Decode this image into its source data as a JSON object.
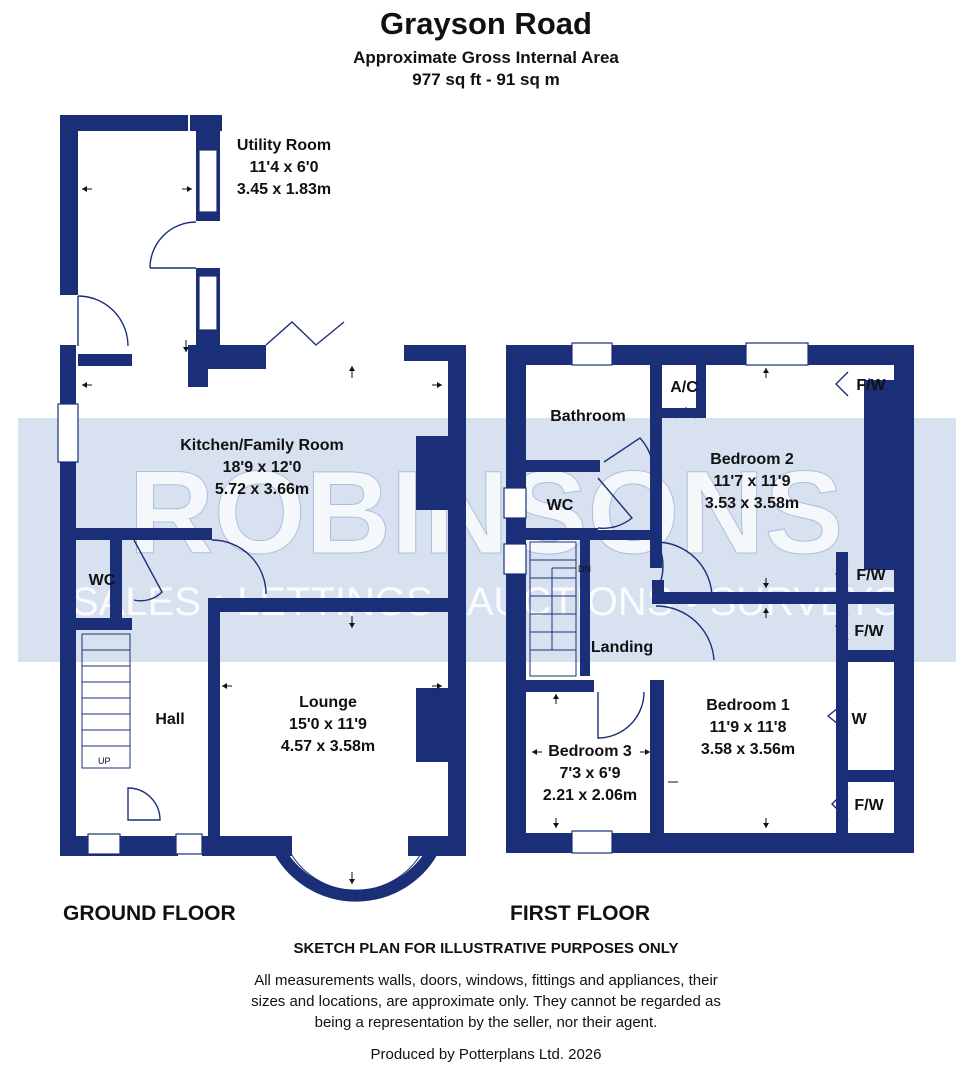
{
  "header": {
    "title": "Grayson Road",
    "area_label": "Approximate Gross Internal Area",
    "area_value": "977 sq ft - 91 sq m"
  },
  "watermark": {
    "brand": "ROBINSONS",
    "services": "SALES • LETTINGS • AUCTIONS • SURVEYS"
  },
  "colors": {
    "wall": "#1b2f78",
    "window": "#ffffff",
    "watermark": "#c9d5ea"
  },
  "ground_floor": {
    "label": "GROUND FLOOR",
    "rooms": {
      "utility": {
        "name": "Utility Room",
        "imperial": "11'4 x 6'0",
        "metric": "3.45 x 1.83m"
      },
      "kitchen": {
        "name": "Kitchen/Family Room",
        "imperial": "18'9 x 12'0",
        "metric": "5.72 x 3.66m"
      },
      "lounge": {
        "name": "Lounge",
        "imperial": "15'0 x 11'9",
        "metric": "4.57 x 3.58m"
      },
      "wc": {
        "name": "WC"
      },
      "hall": {
        "name": "Hall"
      }
    },
    "stairs_label": "UP"
  },
  "first_floor": {
    "label": "FIRST FLOOR",
    "rooms": {
      "bathroom": {
        "name": "Bathroom"
      },
      "wc": {
        "name": "WC"
      },
      "ac": {
        "name": "A/C"
      },
      "bedroom2": {
        "name": "Bedroom 2",
        "imperial": "11'7 x 11'9",
        "metric": "3.53 x 3.58m"
      },
      "fw1": {
        "name": "F/W"
      },
      "fw2": {
        "name": "F/W"
      },
      "fw3": {
        "name": "F/W"
      },
      "w": {
        "name": "W"
      },
      "fw4": {
        "name": "F/W"
      },
      "landing": {
        "name": "Landing"
      },
      "bedroom1": {
        "name": "Bedroom 1",
        "imperial": "11'9 x 11'8",
        "metric": "3.58 x 3.56m"
      },
      "bedroom3": {
        "name": "Bedroom 3",
        "imperial": "7'3 x 6'9",
        "metric": "2.21 x 2.06m"
      }
    },
    "stairs_label": "DN"
  },
  "disclaimer": {
    "title": "SKETCH PLAN FOR ILLUSTRATIVE PURPOSES ONLY",
    "body": "All measurements walls, doors, windows, fittings and appliances, their sizes and locations, are approximate only. They cannot be regarded as being a representation by the seller, nor their agent."
  },
  "producer": "Produced by Potterplans Ltd. 2026"
}
